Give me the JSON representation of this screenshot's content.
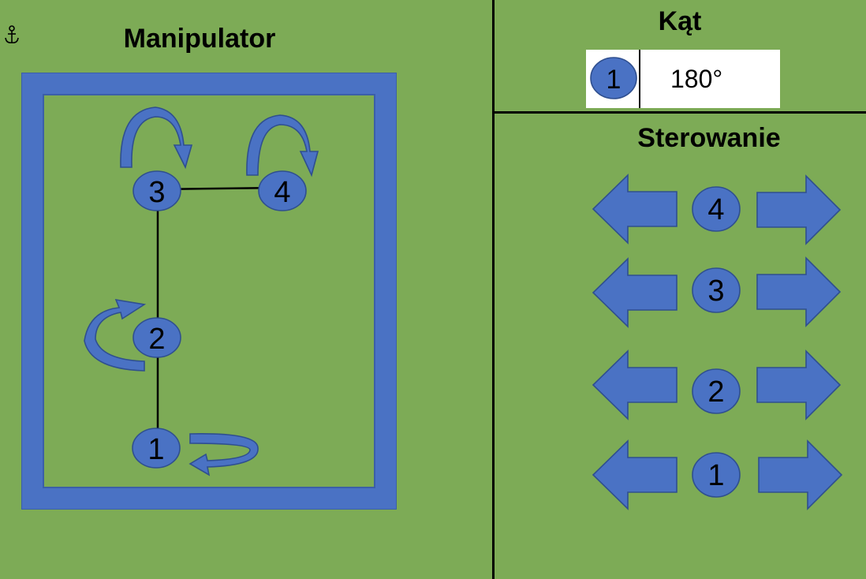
{
  "manipulator": {
    "title": "Manipulator",
    "joints": [
      {
        "label": "1"
      },
      {
        "label": "2"
      },
      {
        "label": "3"
      },
      {
        "label": "4"
      }
    ]
  },
  "angle": {
    "title": "Kąt",
    "selected_joint": "1",
    "value": "180°"
  },
  "control": {
    "title": "Sterowanie",
    "rows": [
      {
        "label": "4"
      },
      {
        "label": "3"
      },
      {
        "label": "2"
      },
      {
        "label": "1"
      }
    ]
  },
  "colors": {
    "background": "#7dab56",
    "accent": "#4a72c4",
    "stroke": "#2f4f8f"
  }
}
